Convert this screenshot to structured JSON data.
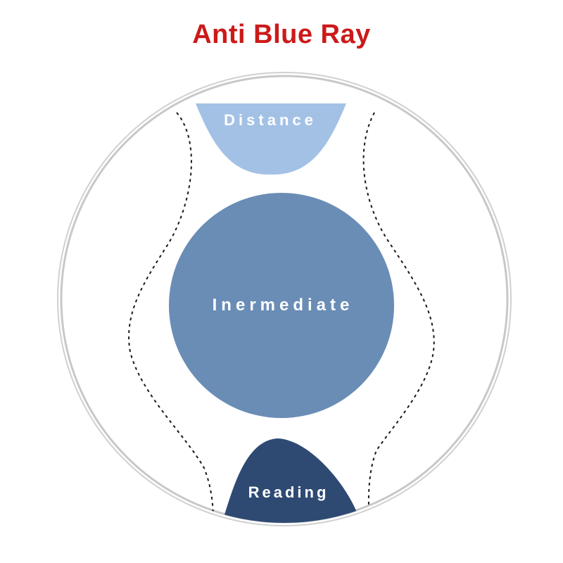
{
  "title": "Anti Blue Ray",
  "lens": {
    "zones": {
      "distance": {
        "label": "Distance",
        "color": "#a3c1e5"
      },
      "intermediate": {
        "label": "Inermediate",
        "color": "#6a8db6"
      },
      "reading": {
        "label": "Reading",
        "color": "#2e4a73"
      }
    },
    "rim_color": "#c8c8c8",
    "corridor_line_color": "#1a1a1a"
  }
}
